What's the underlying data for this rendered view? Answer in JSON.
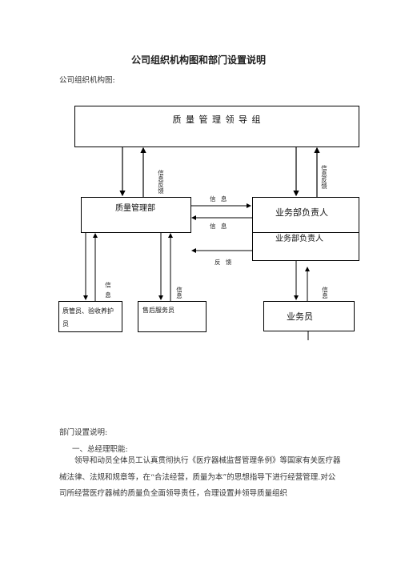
{
  "doc": {
    "title": "公司组织机构图和部门设置说明",
    "chart_caption": "公司组织机构图:",
    "org": {
      "leadership": "质 量 管 理 领 导 组",
      "quality_dept": "质量管理部",
      "business_head": "业务部负责人",
      "business_head_shadow": "业务部负责人",
      "qa_staff": "质管员、验收养护员",
      "after_sales": "售后服务员",
      "salesperson": "业务员",
      "labels": {
        "feedback_left": "信息反馈",
        "feedback_right": "信息反馈",
        "info_top": "信 息",
        "info_mid": "信 息",
        "feedback_h": "反 馈",
        "info_low_1": "信息",
        "info_low_2": "信息",
        "info_low_3": "信息"
      }
    },
    "section_heading": "部门设置说明:",
    "item_1": "一、总经理职能:",
    "paragraph": "领导和动员全体员工认真贯彻执行《医疗器械监督管理条例》等国家有关医疗器械法律、法规和规章等，在“合法经营，质量为本”的思想指导下进行经营管理.对公司所经营医疗器械的质量负全面领导责任，合理设置并领导质量组织"
  }
}
